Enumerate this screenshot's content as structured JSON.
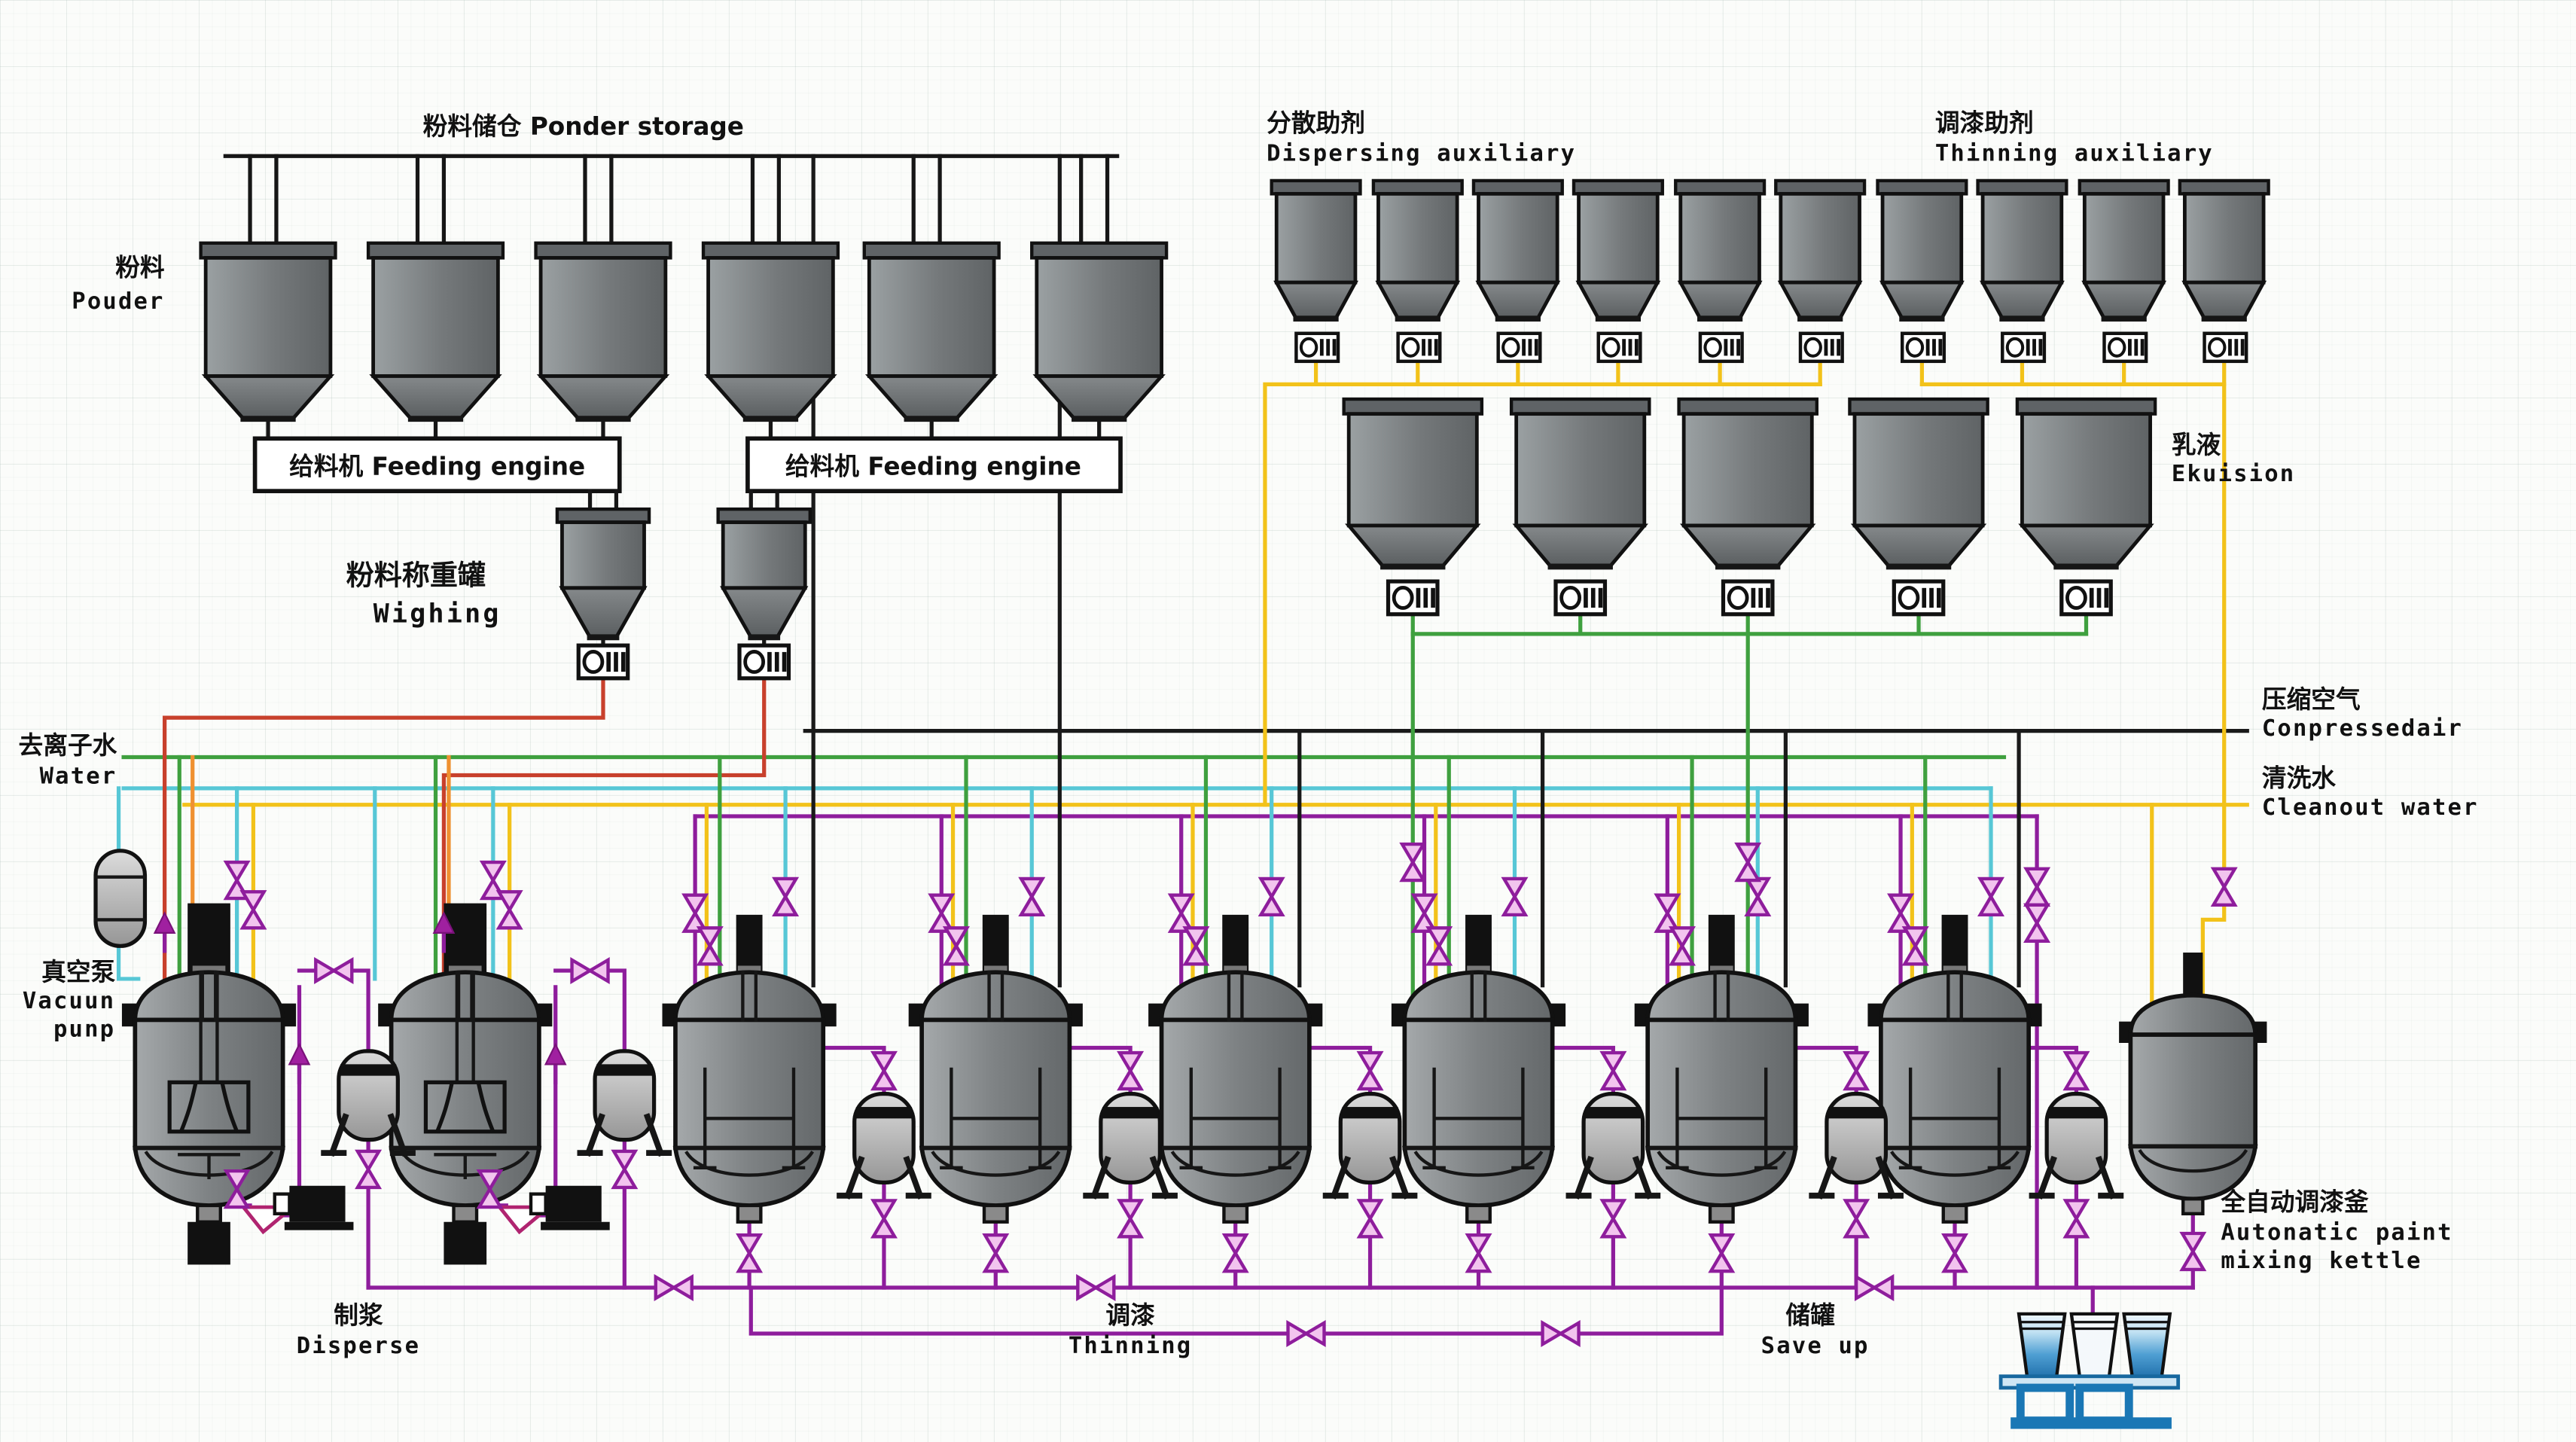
{
  "labels": {
    "ponder_storage": "粉料储仓 Ponder storage",
    "powder_zh": "粉料",
    "powder_en": "Pouder",
    "feeding_engine": "给料机 Feeding engine",
    "weighing_zh": "粉料称重罐",
    "weighing_en": "Wighing",
    "dispersing_aux_zh": "分散助剂",
    "dispersing_aux_en": "Dispersing auxiliary",
    "thinning_aux_zh": "调漆助剂",
    "thinning_aux_en": "Thinning auxiliary",
    "emulsion_zh": "乳液",
    "emulsion_en": "Ekuision",
    "compressed_air_zh": "压缩空气",
    "compressed_air_en": "Conpressedair",
    "cleanout_water_zh": "清洗水",
    "cleanout_water_en": "Cleanout water",
    "water_zh": "去离子水",
    "water_en": "Water",
    "vacuum_zh": "真空泵",
    "vacuum_en1": "Vacuun",
    "vacuum_en2": "punp",
    "disperse_zh": "制浆",
    "disperse_en": "Disperse",
    "thinning_zh": "调漆",
    "thinning_en": "Thinning",
    "save_up_zh": "储罐",
    "save_up_en": "Save up",
    "kettle_zh": "全自动调漆釜",
    "kettle_en1": "Autonatic paint",
    "kettle_en2": "mixing kettle"
  },
  "colors": {
    "pipe_red": "#c8402c",
    "pipe_green": "#3fa03f",
    "pipe_yellow": "#f2c21a",
    "pipe_cyan": "#57c7d6",
    "pipe_orange": "#ef9030",
    "pipe_purple": "#8e1d9c",
    "pipe_black": "#1a1a1a",
    "vessel_gray": "#8a8e90",
    "valve_pink": "#f2c4ee",
    "stand_blue": "#1f77b4"
  },
  "counts": {
    "powder_storage_hoppers": 6,
    "feeding_engines": 2,
    "weighing_tanks": 2,
    "auxiliary_tanks_dispersing": 6,
    "auxiliary_tanks_thinning": 4,
    "emulsion_tanks": 5,
    "disperse_tanks": 2,
    "thinning_tanks": 6,
    "filter_vessels": 8,
    "mixing_kettles": 1,
    "sample_cups": 3
  }
}
